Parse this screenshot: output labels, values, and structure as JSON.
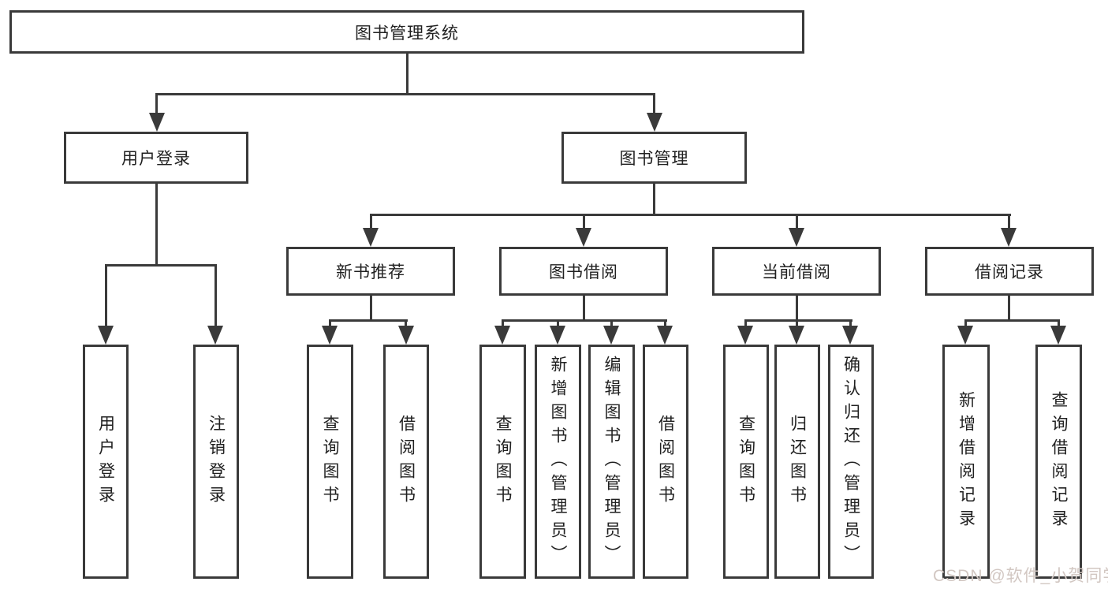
{
  "diagram": {
    "root": {
      "label": "图书管理系统"
    },
    "user_login": {
      "label": "用户登录",
      "children": [
        {
          "label": "用户登录"
        },
        {
          "label": "注销登录"
        }
      ]
    },
    "book_mgmt": {
      "label": "图书管理",
      "children": [
        {
          "label": "新书推荐",
          "children": [
            {
              "label": "查询图书"
            },
            {
              "label": "借阅图书"
            }
          ]
        },
        {
          "label": "图书借阅",
          "children": [
            {
              "label": "查询图书"
            },
            {
              "label": "新增图书（管理员）"
            },
            {
              "label": "编辑图书（管理员）"
            },
            {
              "label": "借阅图书"
            }
          ]
        },
        {
          "label": "当前借阅",
          "children": [
            {
              "label": "查询图书"
            },
            {
              "label": "归还图书"
            },
            {
              "label": "确认归还（管理员）"
            }
          ]
        },
        {
          "label": "借阅记录",
          "children": [
            {
              "label": "新增借阅记录"
            },
            {
              "label": "查询借阅记录"
            }
          ]
        }
      ]
    }
  },
  "watermark": {
    "text": "CSDN @软件_小贺同学"
  },
  "colors": {
    "line": "#3a3a3a",
    "text": "#212121",
    "background": "#ffffff",
    "watermark": "#d2c7c2"
  }
}
